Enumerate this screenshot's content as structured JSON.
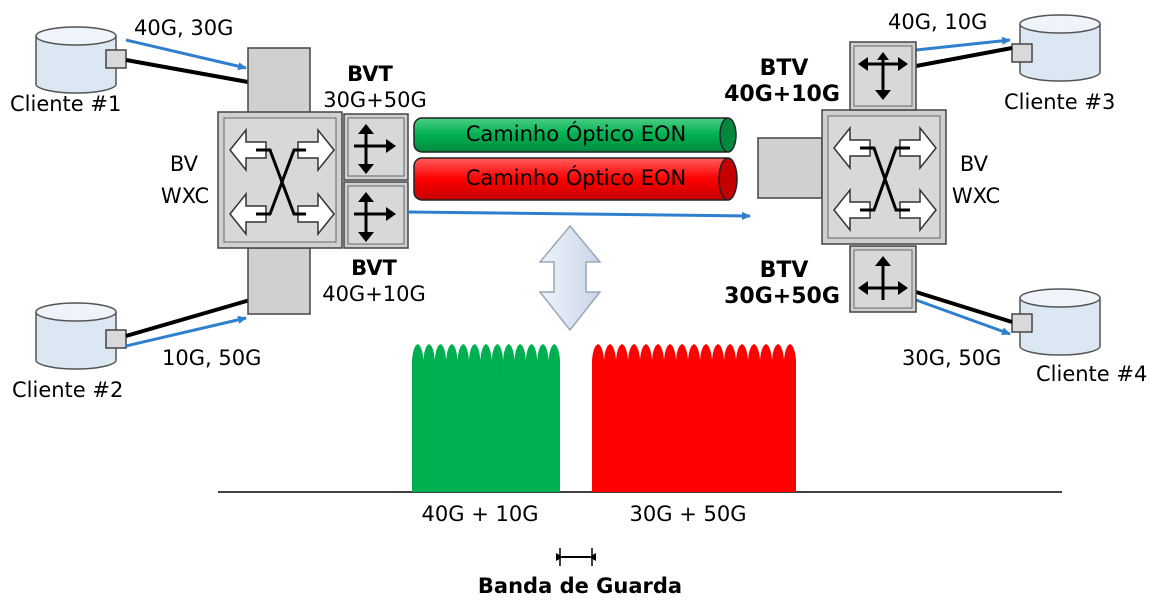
{
  "clients": {
    "c1": {
      "label": "Cliente #1",
      "rate": "40G, 30G"
    },
    "c2": {
      "label": "Cliente #2",
      "rate": "10G, 50G"
    },
    "c3": {
      "label": "Cliente #3",
      "rate": "40G, 10G"
    },
    "c4": {
      "label": "Cliente #4",
      "rate": "30G, 50G"
    }
  },
  "left_node": {
    "wxc_line1": "BV",
    "wxc_line2": "WXC",
    "bvt_top_title": "BVT",
    "bvt_top_rate": "30G+50G",
    "bvt_bottom_title": "BVT",
    "bvt_bottom_rate": "40G+10G"
  },
  "right_node": {
    "wxc_line1": "BV",
    "wxc_line2": "WXC",
    "btv_top_title": "BTV",
    "btv_top_rate": "40G+10G",
    "btv_bottom_title": "BTV",
    "btv_bottom_rate": "30G+50G"
  },
  "paths": {
    "green_label": "Caminho Óptico EON",
    "red_label": "Caminho Óptico EON"
  },
  "spectrum": {
    "green_label": "40G + 10G",
    "red_label": "30G + 50G",
    "guard_band_label": "Banda de Guarda"
  },
  "colors": {
    "green": "#00b050",
    "red": "#ff0000",
    "link_blue": "#2f7fcf",
    "device_gray": "#d0d0d0",
    "disk_blue": "#dbe7f2"
  }
}
